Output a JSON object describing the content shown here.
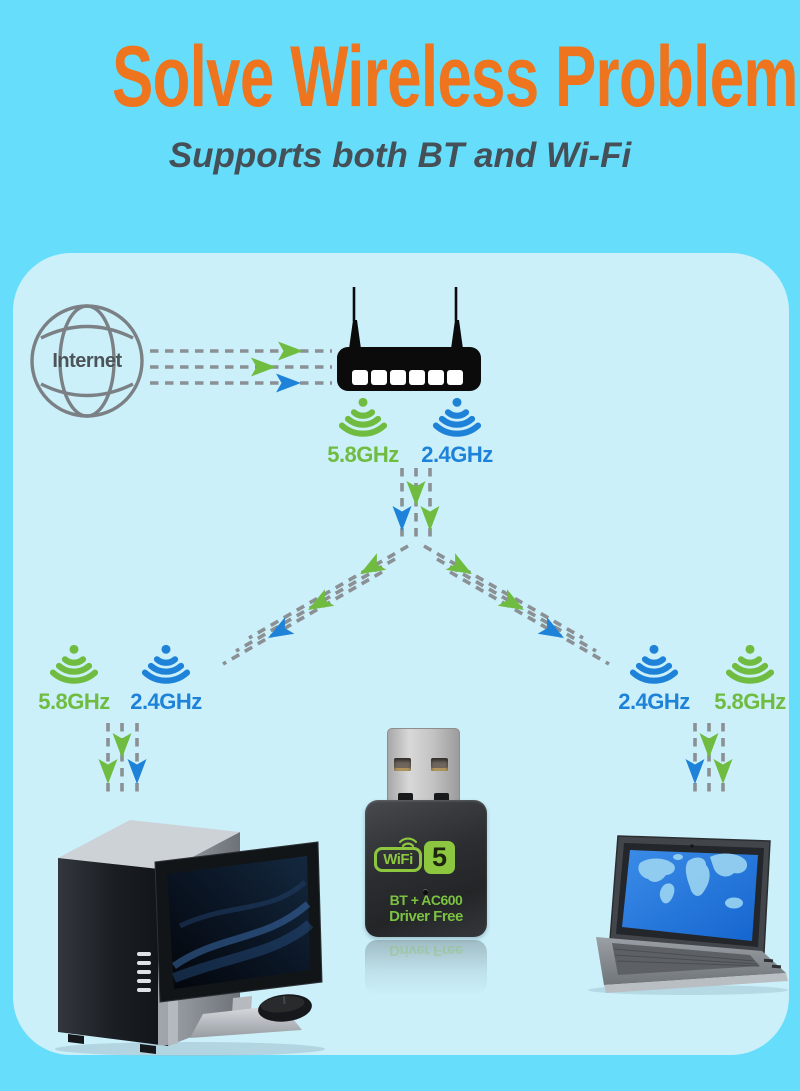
{
  "header": {
    "title": "Solve Wireless Problem",
    "subtitle": "Supports both BT and Wi-Fi"
  },
  "network": {
    "internet_label": "Internet",
    "router_bands": [
      {
        "label": "5.8GHz",
        "color": "#70BC41"
      },
      {
        "label": "2.4GHz",
        "color": "#1E82D8"
      }
    ],
    "left_device_bands": [
      {
        "label": "5.8GHz",
        "color": "#70BC41"
      },
      {
        "label": "2.4GHz",
        "color": "#1E82D8"
      }
    ],
    "right_device_bands": [
      {
        "label": "2.4GHz",
        "color": "#1E82D8"
      },
      {
        "label": "5.8GHz",
        "color": "#70BC41"
      }
    ]
  },
  "adapter": {
    "logo_wifi": "WiFi",
    "logo_number": "5",
    "line1": "BT + AC600",
    "line2": "Driver Free"
  },
  "colors": {
    "background": "#66DEFB",
    "panel": "#CBF0FA",
    "title_orange": "#EE741E",
    "subtitle_dark": "#454F57",
    "green": "#70BC41",
    "blue": "#1E82D8",
    "dash_gray": "#8A9094"
  }
}
